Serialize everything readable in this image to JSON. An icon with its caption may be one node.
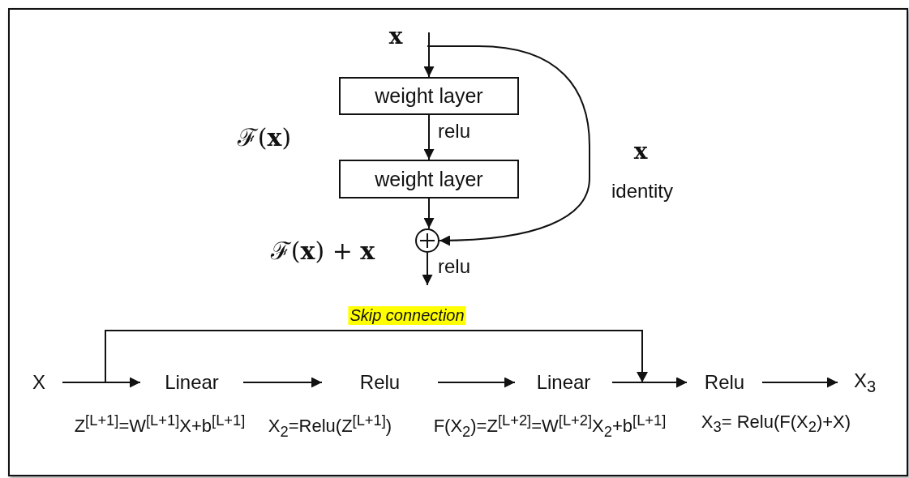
{
  "diagram": {
    "nodes": [
      {
        "text": [
          "weight layer"
        ]
      },
      {
        "text": [
          "weight layer"
        ]
      },
      {
        "text": [],
        "shape": "circle"
      },
      {
        "text": [
          "X"
        ]
      },
      {
        "text": [
          "Linear"
        ]
      },
      {
        "text": [
          "Relu"
        ]
      },
      {
        "text": [
          "Linear"
        ]
      },
      {
        "text": [
          "Relu"
        ]
      },
      {
        "text": [
          "X$_{3}$"
        ]
      }
    ],
    "edges": [
      {
        "from": null,
        "to": 0,
        "arrow": "to"
      },
      {
        "from": 0,
        "to": 1,
        "arrow": "to",
        "label": "relu"
      },
      {
        "from": 1,
        "to": 2,
        "arrow": "to"
      },
      {
        "from": null,
        "to": 2,
        "arrow": "to"
      },
      {
        "from": 2,
        "to": null,
        "arrow": "to",
        "label": "relu"
      },
      {
        "from": 3,
        "to": 4,
        "arrow": "to"
      },
      {
        "from": 4,
        "to": 5,
        "arrow": "to"
      },
      {
        "from": 5,
        "to": 6,
        "arrow": "to"
      },
      {
        "from": 6,
        "to": 7,
        "arrow": "to"
      },
      {
        "from": 7,
        "to": 8,
        "arrow": "to"
      },
      {
        "from": 3,
        "to": 7,
        "arrow": "to",
        "label": "Skip connection"
      }
    ],
    "labels": [
      "x",
      "ℱ(**x**)",
      "x",
      "identity",
      "ℱ(**x**) + **x**",
      "Z$^{[L+1]}$=W$^{[L+1]}$X+b$^{[L+1]}$",
      "X$_{2}$=Relu(Z$^{[L+1]}$)",
      "F(X$_{2}$)=Z$^{[L+2]}$=W$^{[L+2]}$X$_{2}$+b$^{[L+1]}$",
      "X$_{3}$= Relu(F(X$_{2}$)+X)"
    ]
  }
}
